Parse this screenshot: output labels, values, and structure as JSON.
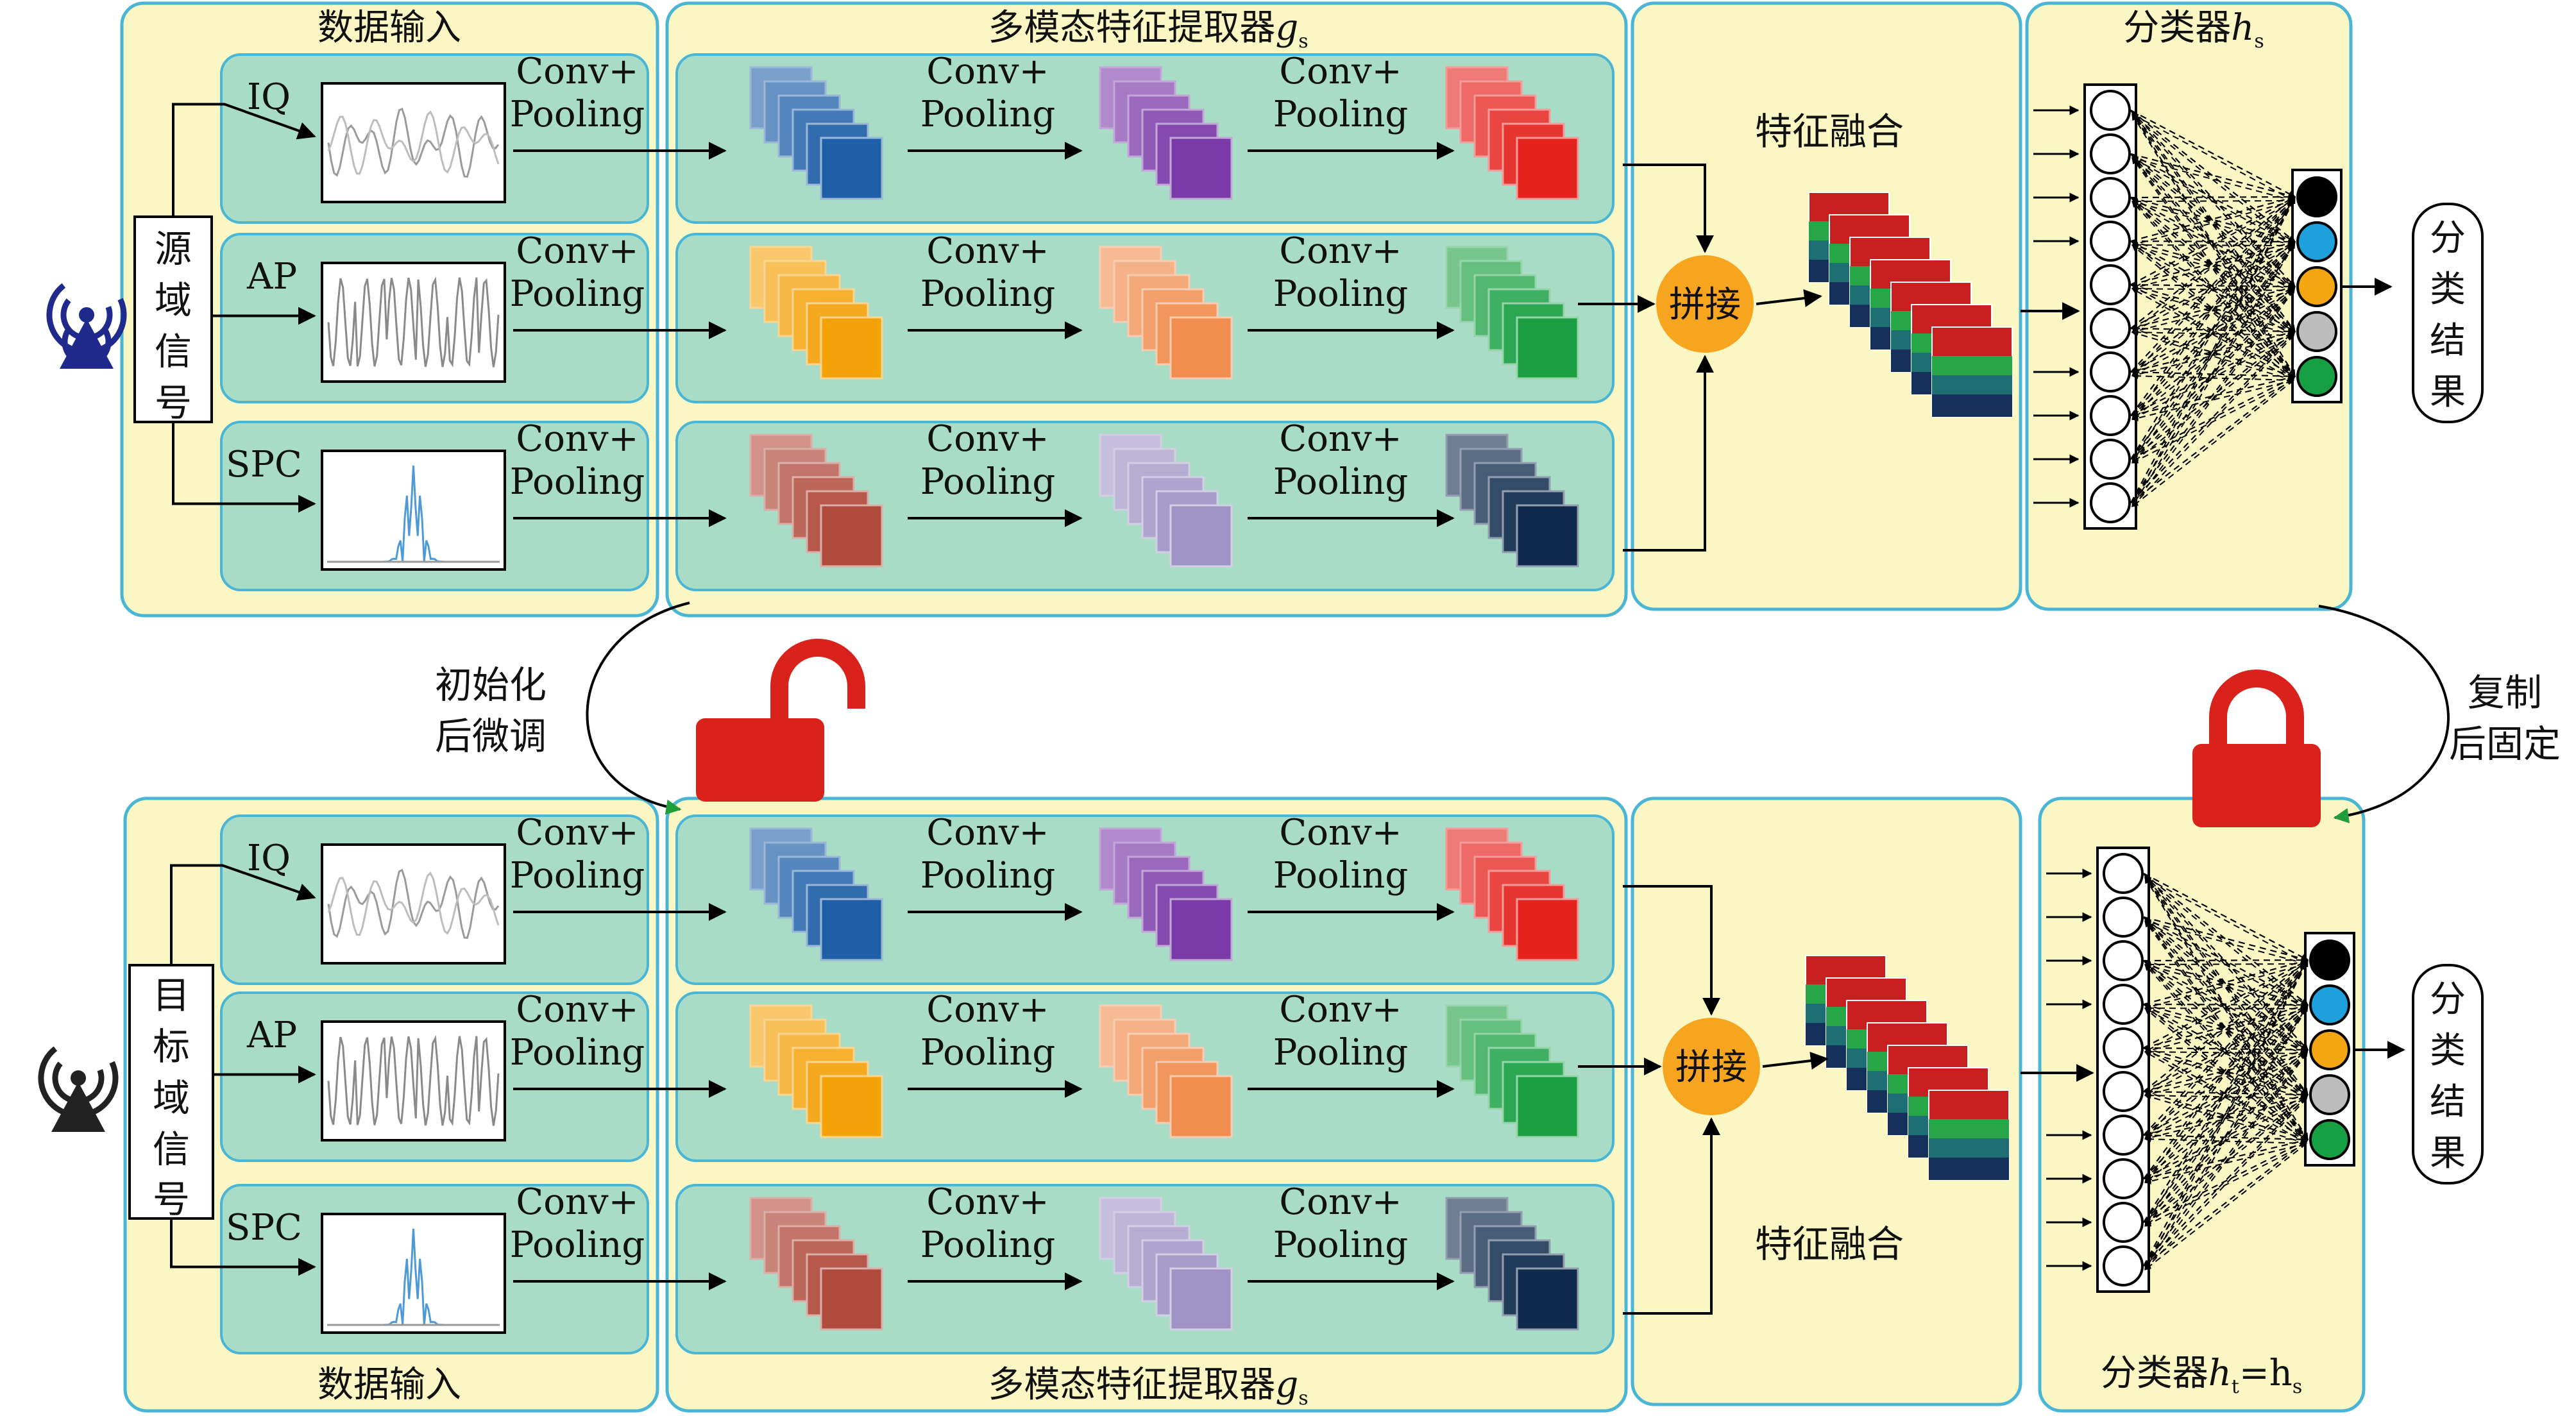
{
  "labels": {
    "data_input": "数据输入",
    "extractor": "多模态特征提取器",
    "extractor_sym": "g",
    "extractor_sub": "s",
    "fusion": "特征融合",
    "classifier_top": "分类器",
    "classifier_top_sym": "h",
    "classifier_top_sub": "s",
    "classifier_bottom": "分类器",
    "classifier_bottom_sym": "h",
    "classifier_bottom_sub": "t",
    "classifier_bottom_eq": "=h",
    "classifier_bottom_eq_sub": "s",
    "concat": "拼接",
    "result_chars": [
      "分",
      "类",
      "结",
      "果"
    ],
    "source_chars": [
      "源",
      "域",
      "信",
      "号"
    ],
    "target_chars": [
      "目",
      "标",
      "域",
      "信",
      "号"
    ],
    "conv": "Conv+",
    "pool": "Pooling",
    "init_l1": "初始化",
    "init_l2": "后微调",
    "copy_l1": "复制",
    "copy_l2": "后固定"
  },
  "modalities": [
    "IQ",
    "AP",
    "SPC"
  ],
  "stack_colors": [
    [
      "#1f5fa8",
      "#7a3aa8",
      "#e5231e"
    ],
    [
      "#f4a20a",
      "#f08d4f",
      "#1aa043"
    ],
    [
      "#b04a3c",
      "#9e93c4",
      "#0e2a4d"
    ]
  ],
  "output_colors": [
    "#000000",
    "#1da0db",
    "#f3a512",
    "#bcbcbc",
    "#17a043"
  ],
  "colors": {
    "panel_fill": "#fbf7c5",
    "panel_stroke": "#49b6d6",
    "row_fill": "#a8dcc7",
    "concat": "#f7a51f",
    "lock": "#d9221c",
    "arrow_green": "#1f9e3a"
  }
}
